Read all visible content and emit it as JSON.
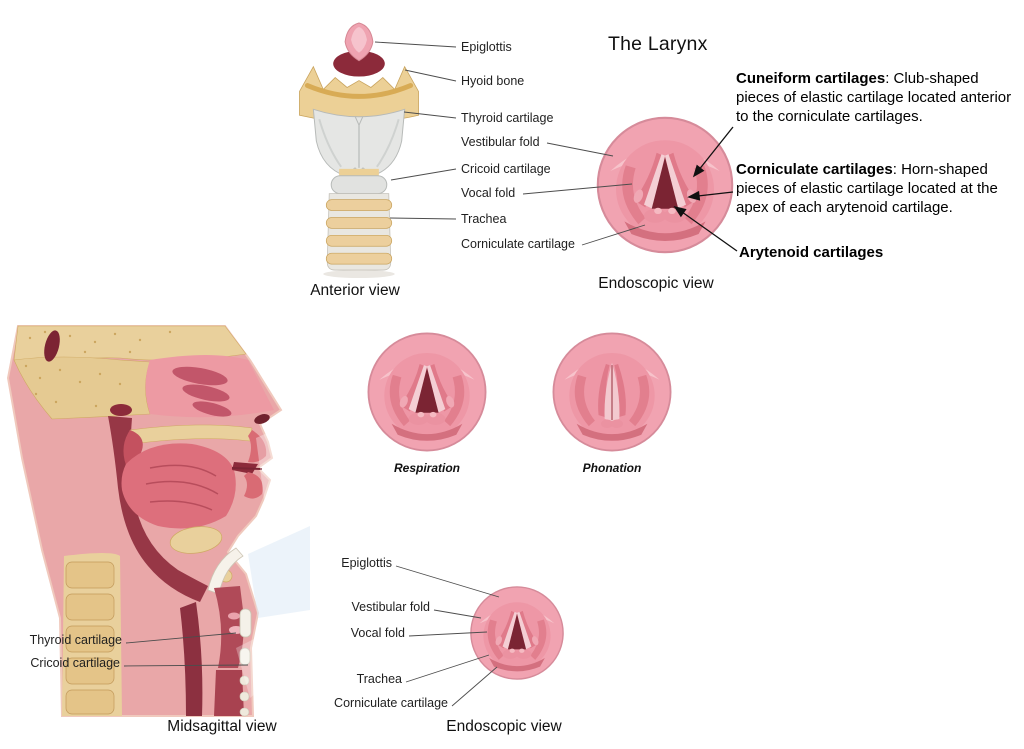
{
  "title": "The Larynx",
  "anterior_view": {
    "caption": "Anterior view",
    "labels": {
      "epiglottis": "Epiglottis",
      "hyoid_bone": "Hyoid bone",
      "thyroid_cartilage": "Thyroid cartilage",
      "vestibular_fold": "Vestibular fold",
      "cricoid_cartilage": "Cricoid cartilage",
      "vocal_fold": "Vocal fold",
      "trachea": "Trachea",
      "corniculate_cartilage": "Corniculate cartilage"
    }
  },
  "endoscopic_view_top": {
    "caption": "Endoscopic view"
  },
  "annotations": {
    "cuneiform": {
      "term": "Cuneiform cartilages",
      "desc": ": Club-shaped pieces of elastic cartilage located anterior to the corniculate cartilages."
    },
    "corniculate": {
      "term": "Corniculate cartilages",
      "desc": ": Horn-shaped pieces of elastic cartilage located at the apex of each arytenoid cartilage."
    },
    "arytenoid": {
      "term": "Arytenoid cartilages",
      "desc": ""
    }
  },
  "functional_views": {
    "respiration": "Respiration",
    "phonation": "Phonation"
  },
  "midsagittal_view": {
    "caption": "Midsagittal view",
    "labels": {
      "thyroid_cartilage": "Thyroid cartilage",
      "cricoid_cartilage": "Cricoid cartilage"
    }
  },
  "endoscopic_view_bottom": {
    "caption": "Endoscopic view",
    "labels": {
      "epiglottis": "Epiglottis",
      "vestibular_fold": "Vestibular fold",
      "vocal_fold": "Vocal fold",
      "trachea": "Trachea",
      "corniculate_cartilage": "Corniculate cartilage"
    }
  },
  "colors": {
    "mucosa_pink": "#f1a3b1",
    "glottis_dark": "#7b2433",
    "bone_tan": "#e9d09c",
    "cartilage_gray": "#e5e6e4",
    "tissue_salmon": "#e9a7a8"
  }
}
